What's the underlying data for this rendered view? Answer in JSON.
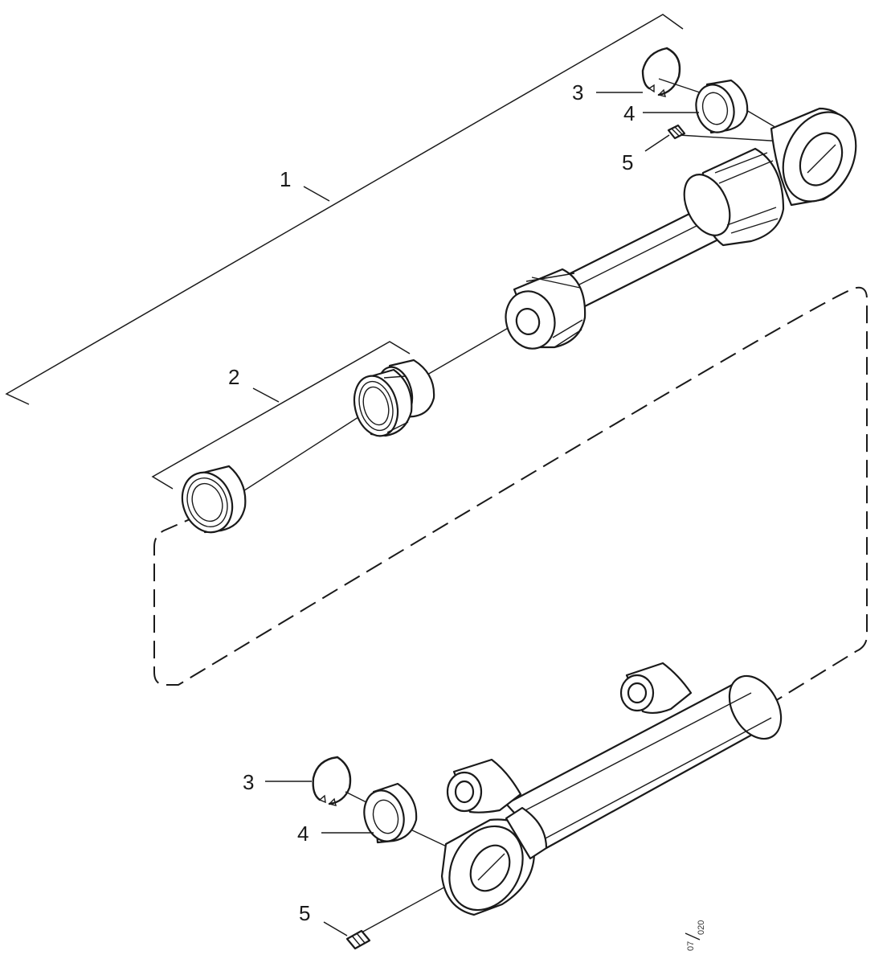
{
  "callouts": {
    "assembly": "1",
    "seal_kit": "2",
    "snap_ring_top": "3",
    "bearing_top": "4",
    "grease_nipple_top": "5",
    "snap_ring_bottom": "3",
    "bearing_bottom": "4",
    "grease_nipple_bottom": "5"
  },
  "drawing_ref": {
    "numerator": "07",
    "denominator": "020"
  },
  "colors": {
    "line": "#1a1a1a",
    "background": "#ffffff"
  }
}
